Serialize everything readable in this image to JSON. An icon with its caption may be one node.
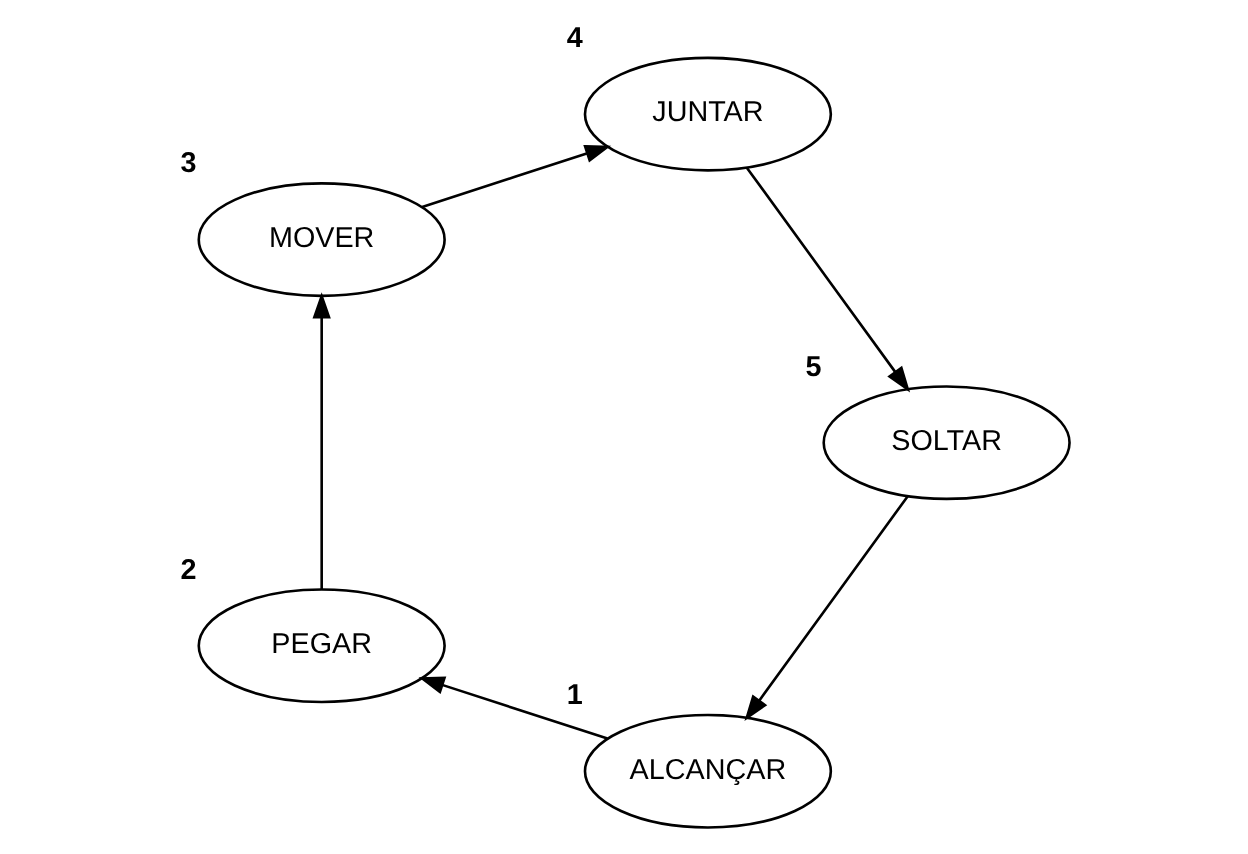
{
  "diagram": {
    "nodes": [
      {
        "text": [
          "ALCANÇAR"
        ],
        "beside": [
          "1"
        ]
      },
      {
        "text": [
          "PEGAR"
        ],
        "beside": [
          "2"
        ]
      },
      {
        "text": [
          "MOVER"
        ],
        "beside": [
          "3"
        ]
      },
      {
        "text": [
          "JUNTAR"
        ],
        "beside": [
          "4"
        ]
      },
      {
        "text": [
          "SOLTAR"
        ],
        "beside": [
          "5"
        ]
      }
    ],
    "edges": [
      {
        "from": 0,
        "to": 1,
        "arrow": "to"
      },
      {
        "from": 1,
        "to": 2,
        "arrow": "to"
      },
      {
        "from": 2,
        "to": 3,
        "arrow": "to"
      },
      {
        "from": 3,
        "to": 4,
        "arrow": "to"
      },
      {
        "from": 4,
        "to": 0,
        "arrow": "to"
      }
    ]
  }
}
